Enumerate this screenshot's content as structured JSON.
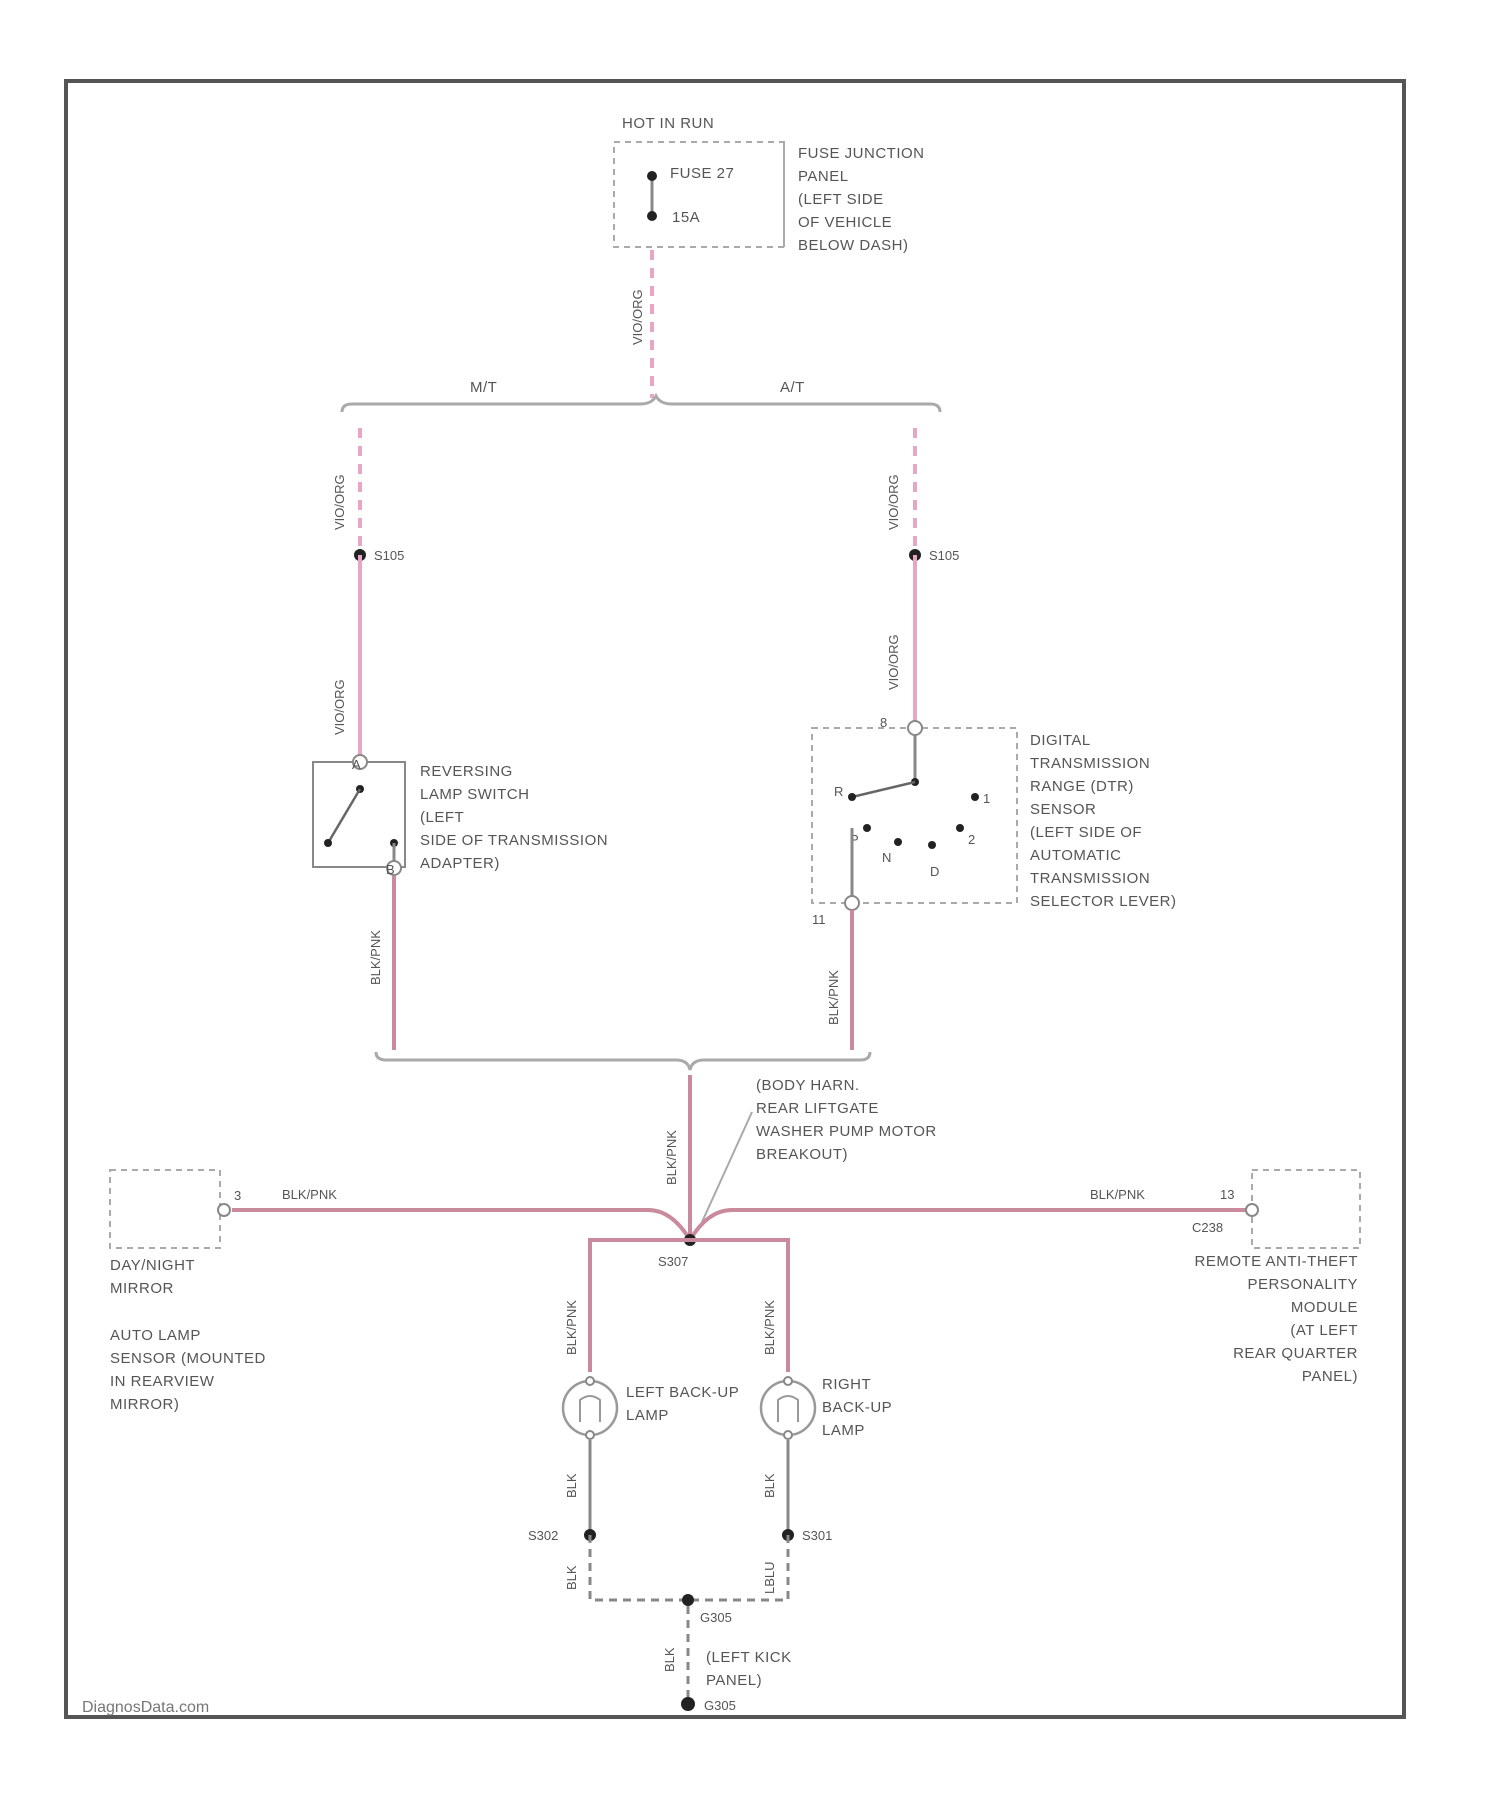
{
  "power": {
    "title": "HOT IN RUN",
    "fuse": "FUSE 27",
    "rating": "15A"
  },
  "fuse_panel": {
    "lines": [
      "FUSE JUNCTION",
      "PANEL",
      "(LEFT SIDE",
      "OF VEHICLE",
      "BELOW DASH)"
    ]
  },
  "wires": {
    "vio_org": "VIO/ORG",
    "blk_pnk": "BLK/PNK",
    "blk": "BLK",
    "lblu": "LBLU"
  },
  "branches": {
    "manual": "M/T",
    "auto": "A/T"
  },
  "splices": {
    "s105_left": "S105",
    "s105_right": "S105",
    "s307": "S307",
    "s301": "S301",
    "s302": "S302",
    "g305": "G305",
    "g305_loc": "(LEFT KICK",
    "g305_loc2": "PANEL)",
    "g305b": "G305"
  },
  "reversing_switch": {
    "lines": [
      "REVERSING",
      "LAMP SWITCH",
      "(LEFT",
      "SIDE OF TRANSMISSION",
      "ADAPTER)"
    ],
    "pin_top": "A",
    "pin_bottom": "B"
  },
  "dtr_sensor": {
    "lines": [
      "DIGITAL",
      "TRANSMISSION",
      "RANGE (DTR)",
      "SENSOR",
      "(LEFT SIDE OF",
      "AUTOMATIC",
      "TRANSMISSION",
      "SELECTOR LEVER)"
    ],
    "pin_in": "8",
    "pin_out": "11",
    "positions": [
      "R",
      "P",
      "N",
      "D",
      "2",
      "1"
    ]
  },
  "body_harness": {
    "lines": [
      "(BODY HARN.",
      "REAR LIFTGATE",
      "WASHER PUMP MOTOR",
      "BREAKOUT)"
    ]
  },
  "day_night_mirror": {
    "lines": [
      "DAY/NIGHT",
      "MIRROR"
    ],
    "pin": "3"
  },
  "auto_lamp": {
    "lines": [
      "AUTO LAMP",
      "SENSOR (MOUNTED",
      "IN REARVIEW",
      "MIRROR)"
    ]
  },
  "rap_module": {
    "lines": [
      "REMOTE ANTI-THEFT",
      "PERSONALITY",
      "MODULE",
      "(AT LEFT",
      "REAR QUARTER",
      "PANEL)"
    ],
    "pin": "13",
    "connector": "C238"
  },
  "left_lamp": {
    "lines": [
      "LEFT BACK-UP",
      "LAMP"
    ]
  },
  "right_lamp": {
    "lines": [
      "RIGHT",
      "BACK-UP",
      "LAMP"
    ]
  },
  "watermark": "DiagnosData.com"
}
